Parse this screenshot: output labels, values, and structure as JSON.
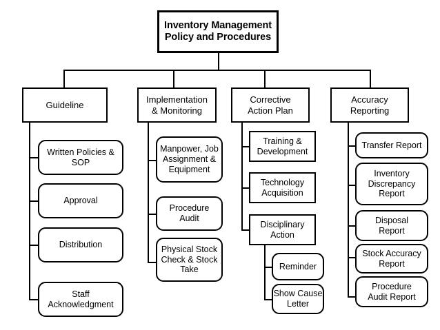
{
  "diagram": {
    "title": "Inventory Management Policy and Procedures",
    "type": "organizational-tree",
    "root": {
      "label": "Inventory Management\nPolicy and Procedures"
    },
    "branches": [
      {
        "label": "Guideline",
        "children": [
          {
            "label": "Written Policies &\nSOP"
          },
          {
            "label": "Approval"
          },
          {
            "label": "Distribution"
          },
          {
            "label": "Staff\nAcknowledgment"
          }
        ]
      },
      {
        "label": "Implementation\n& Monitoring",
        "children": [
          {
            "label": "Manpower, Job\nAssignment &\nEquipment"
          },
          {
            "label": "Procedure\nAudit"
          },
          {
            "label": "Physical Stock\nCheck & Stock\nTake"
          }
        ]
      },
      {
        "label": "Corrective\nAction Plan",
        "children": [
          {
            "label": "Training &\nDevelopment"
          },
          {
            "label": "Technology\nAcquisition"
          },
          {
            "label": "Disciplinary\nAction",
            "children": [
              {
                "label": "Reminder"
              },
              {
                "label": "Show Cause\nLetter"
              }
            ]
          }
        ]
      },
      {
        "label": "Accuracy\nReporting",
        "children": [
          {
            "label": "Transfer Report"
          },
          {
            "label": "Inventory\nDiscrepancy\nReport"
          },
          {
            "label": "Disposal\nReport"
          },
          {
            "label": "Stock Accuracy\nReport"
          },
          {
            "label": "Procedure\nAudit Report"
          }
        ]
      }
    ],
    "colors": {
      "background": "#ffffff",
      "border": "#000000",
      "text": "#000000"
    }
  }
}
